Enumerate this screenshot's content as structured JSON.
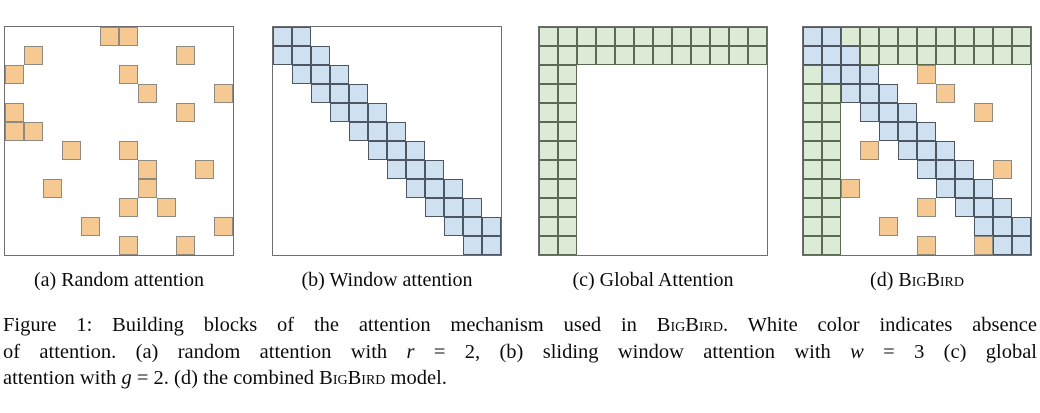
{
  "colors": {
    "random_fill": "#f6c993",
    "random_border": "#8f8a80",
    "window_fill": "#cfe0f0",
    "window_border": "#4d5763",
    "global_fill": "#dcebd5",
    "global_border": "#5b6b53",
    "frame": "#6e6e6e",
    "text": "#0a0a0a"
  },
  "cell_codes": {
    "R": "random",
    "W": "window",
    "G": "global",
    ".": "empty"
  },
  "panels": [
    {
      "label": "(a)",
      "name": "Random attention",
      "smallcaps": false,
      "grid_size": 12,
      "grid": [
        ".....RR.....",
        ".R.......R..",
        "R.....R.....",
        ".......R...R",
        "R........R..",
        "RR..........",
        "...R..R.....",
        ".......R..R.",
        "..R....R....",
        "......R.R...",
        "....R......R",
        "......R..R.."
      ]
    },
    {
      "label": "(b)",
      "name": "Window attention",
      "smallcaps": false,
      "grid_size": 12,
      "grid": [
        "WW..........",
        "WWW.........",
        ".WWW........",
        "..WWW.......",
        "...WWW......",
        "....WWW.....",
        ".....WWW....",
        "......WWW...",
        ".......WWW..",
        "........WWW.",
        ".........WWW",
        "..........WW"
      ]
    },
    {
      "label": "(c)",
      "name": "Global Attention",
      "smallcaps": false,
      "grid_size": 12,
      "grid": [
        "GGGGGGGGGGGG",
        "GGGGGGGGGGGG",
        "GG..........",
        "GG..........",
        "GG..........",
        "GG..........",
        "GG..........",
        "GG..........",
        "GG..........",
        "GG..........",
        "GG..........",
        "GG.........."
      ]
    },
    {
      "label": "(d)",
      "name": "BigBird",
      "smallcaps": true,
      "grid_size": 12,
      "grid": [
        "WWGGGGGGGGGG",
        "WWWGGGGGGGGG",
        "GWWW..R.....",
        "GGWWW..R....",
        "GG.WWW...R..",
        "GG..WWW.....",
        "GG.R.WWW....",
        "GG....WWW.R.",
        "GGR....WWW..",
        "GG....R.WWW.",
        "GG..R....WWW",
        "GG....R..RWW"
      ]
    }
  ],
  "figure_caption": {
    "lines": [
      [
        {
          "t": "Figure 1: Building blocks of the attention mechanism used in ",
          "s": "n"
        },
        {
          "t": "BigBird",
          "s": "sc"
        },
        {
          "t": ". White color indicates absence",
          "s": "n"
        }
      ],
      [
        {
          "t": "of attention. (a) random attention with ",
          "s": "n"
        },
        {
          "t": "r",
          "s": "m"
        },
        {
          "t": " = 2, (b) sliding window attention with ",
          "s": "n"
        },
        {
          "t": "w",
          "s": "m"
        },
        {
          "t": " = 3 (c) global",
          "s": "n"
        }
      ],
      [
        {
          "t": "attention with ",
          "s": "n"
        },
        {
          "t": "g",
          "s": "m"
        },
        {
          "t": " = 2. (d) the combined ",
          "s": "n"
        },
        {
          "t": "BigBird",
          "s": "sc"
        },
        {
          "t": " model.",
          "s": "n"
        }
      ]
    ]
  }
}
